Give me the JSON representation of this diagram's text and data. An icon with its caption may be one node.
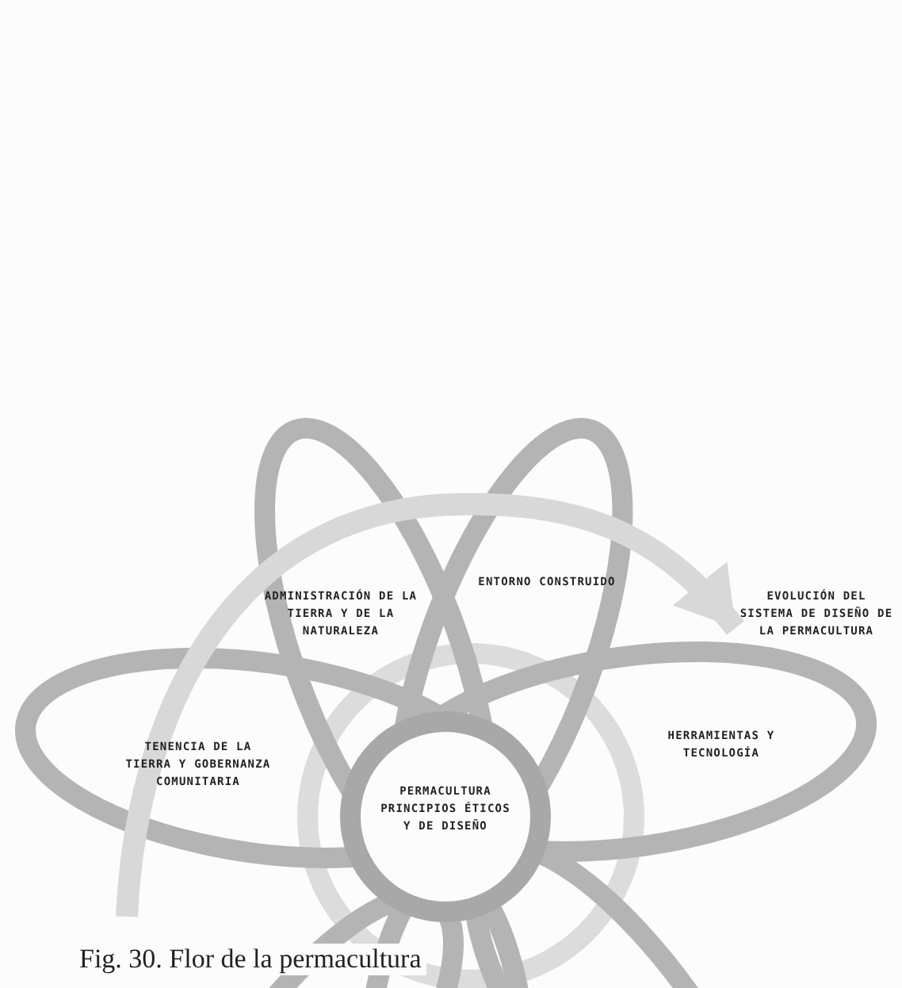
{
  "diagram": {
    "caption": "Fig. 30. Flor de la permacultura",
    "nodes": [
      {
        "text": [
          "PERMACULTURA PRINCIPIOS ÉTICOS Y DE DISEÑO"
        ]
      },
      {
        "text": [
          "ADMINISTRACIÓN DE LA TIERRA Y DE LA NATURALEZA"
        ]
      },
      {
        "text": [
          "ENTORNO CONSTRUIDO"
        ]
      },
      {
        "text": [
          "TENENCIA DE LA TIERRA Y GOBERNANZA COMUNITARIA"
        ]
      },
      {
        "text": [
          "HERRAMIENTAS Y TECNOLOGÍA"
        ]
      },
      {
        "text": [
          "EVOLUCIÓN DEL SISTEMA DE DISEÑO DE LA PERMACULTURA"
        ]
      }
    ],
    "edges": [
      {
        "from": null,
        "to": 5,
        "arrow": "to"
      }
    ]
  }
}
